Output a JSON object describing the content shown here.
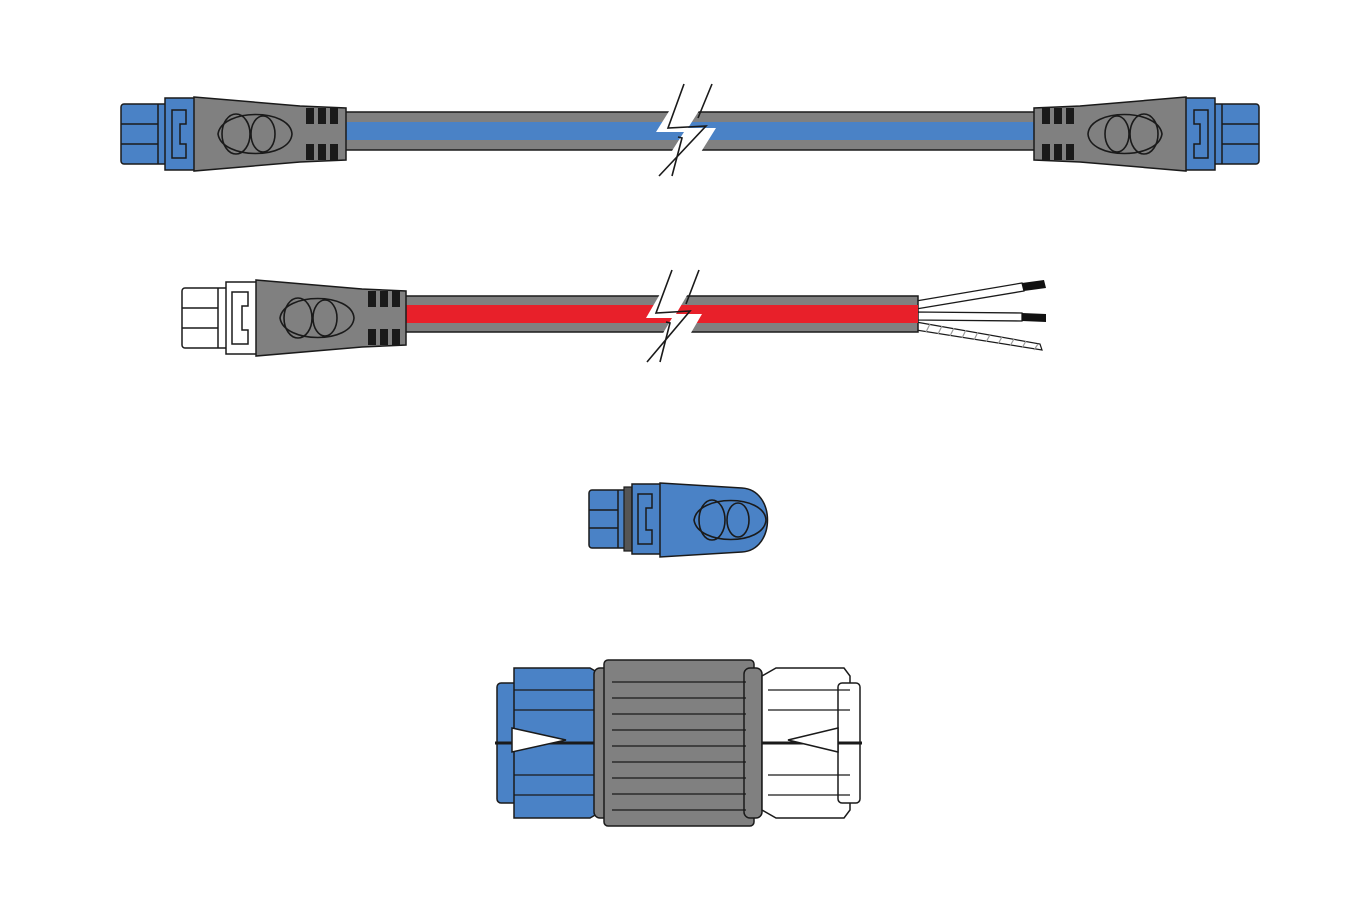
{
  "colors": {
    "background": "#ffffff",
    "outline": "#1a1a1a",
    "body_grey": "#808080",
    "body_grey_dark": "#6d6d6d",
    "backbone_blue": "#4a82c6",
    "connector_blue": "#4a82c6",
    "power_red": "#e8202a",
    "connector_white": "#ffffff",
    "wire_white": "#ffffff",
    "wire_tip_black": "#111111",
    "shield_hatch": "#9a9a9a"
  },
  "items": [
    {
      "id": "backbone-cable",
      "type": "cable",
      "stripe": "backbone_blue",
      "left_connector": "connector_blue",
      "right_connector": "connector_blue",
      "break_mark": true
    },
    {
      "id": "power-cable",
      "type": "cable",
      "stripe": "power_red",
      "left_connector": "connector_white",
      "right_end": "bare-wires",
      "break_mark": true
    },
    {
      "id": "terminator",
      "type": "terminator",
      "color": "connector_blue"
    },
    {
      "id": "t-piece-joiner",
      "type": "joiner",
      "left_color": "connector_blue",
      "middle_color": "body_grey",
      "right_color": "connector_white"
    }
  ]
}
